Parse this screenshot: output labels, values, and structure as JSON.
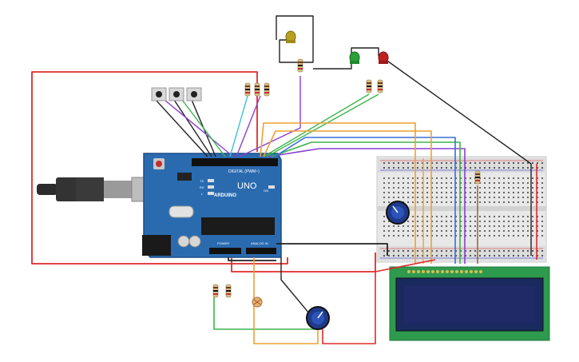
{
  "arduino": {
    "logo_text": "ARDUINO",
    "model_text": "UNO",
    "digital_header_label": "DIGITAL (PWM~)",
    "power_label": "POWER",
    "analog_label": "ANALOG IN",
    "tx_label": "TX",
    "rx_label": "RX",
    "on_label": "ON",
    "l_label": "L"
  },
  "colors": {
    "board": "#2a6bb0",
    "breadboard": "#e8e8e8",
    "lcd_board": "#2e9a4e",
    "lcd_screen": "#1f2a66",
    "wire_red": "#e02a2a",
    "wire_black": "#222222",
    "wire_orange": "#f0a030",
    "wire_green": "#3cb44b",
    "wire_purple": "#8a3fd0",
    "wire_cyan": "#3fc0d8",
    "wire_blue": "#3a6fd8"
  }
}
